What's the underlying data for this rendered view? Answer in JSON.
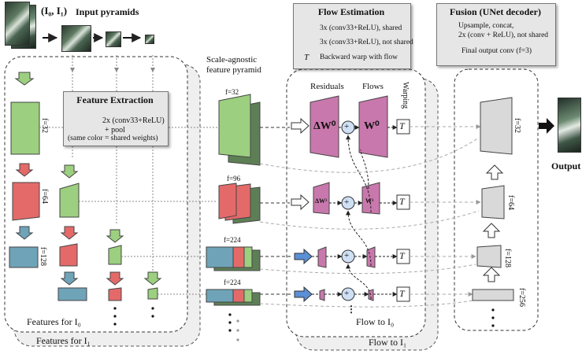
{
  "input": {
    "label": "(I₀, I₁)",
    "pyramid_label": "Input pyramids"
  },
  "feature_extraction": {
    "title": "Feature Extraction",
    "line1": "2x (conv33+ReLU)",
    "line2": "+ pool",
    "line3": "(same color = shared weights)",
    "f_labels": [
      "f=32",
      "f=64",
      "f=128"
    ],
    "features_i0": "Features for I₀",
    "features_i1": "Features for I₁"
  },
  "pyramid": {
    "title_line1": "Scale-agnostic",
    "title_line2": "feature pyramid",
    "f_labels": [
      "f=32",
      "f=96",
      "f=224",
      "f=224"
    ]
  },
  "flow_estimation": {
    "title": "Flow Estimation",
    "legend": [
      "3x (conv33+ReLU), shared",
      "3x (conv33+ReLU), not shared",
      "Backward warp with flow"
    ],
    "residuals": "Residuals",
    "flows": "Flows",
    "warping": "Warping",
    "dw0": "ΔW⁰",
    "w0": "W⁰",
    "dw1": "ΔW¹",
    "w1": "W¹",
    "flow_to_i0": "Flow to I₀",
    "flow_to_i1": "Flow to I₁",
    "plus": "+",
    "warp_symbol": "T"
  },
  "fusion": {
    "title": "Fusion (UNet decoder)",
    "legend": [
      "Upsample, concat,",
      "2x (conv + ReLU), not shared",
      "Final output conv (f=3)"
    ],
    "f_labels": [
      "f=32",
      "f=64",
      "f=128",
      "f=256"
    ],
    "output": "Output"
  },
  "colors": {
    "green": "#9ccf7f",
    "red": "#e46a6a",
    "blue": "#6fa3b8",
    "purple": "#c978ad",
    "gray_block": "#d9d9d9",
    "panel_bg": "#e6e6e6",
    "arrow_blue": "#5b8fd6"
  }
}
